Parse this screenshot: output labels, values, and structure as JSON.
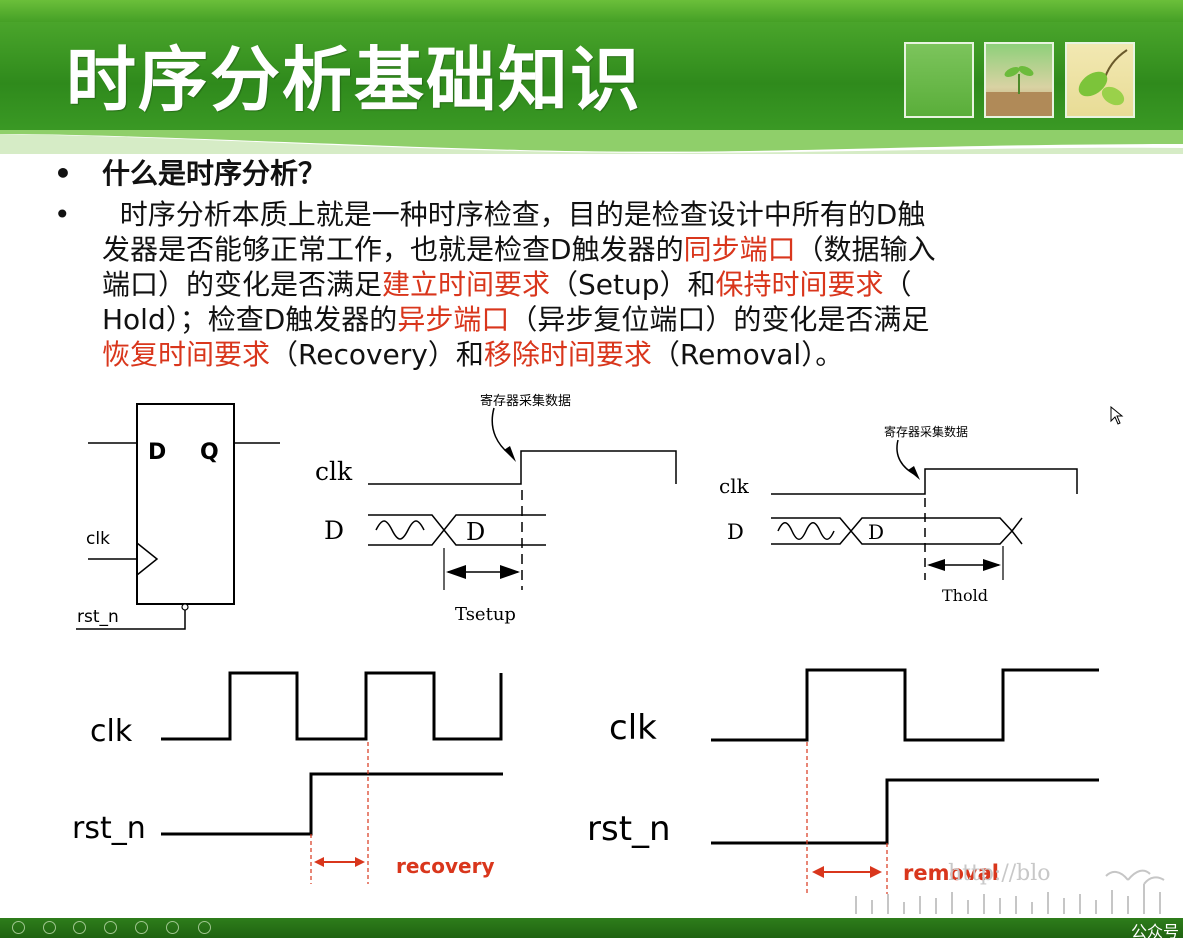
{
  "slide": {
    "title": "时序分析基础知识",
    "bullets": [
      {
        "text": "什么是时序分析？"
      }
    ],
    "paragraph": {
      "line1": "  时序分析本质上就是一种时序检查，目的是检查设计中所有的D触",
      "line2a": "发器是否能够正常工作，也就是检查D触发器的",
      "line2_red": "同步端口",
      "line2b": "（数据输入",
      "line3a": "端口）的变化是否满足",
      "line3_red1": "建立时间要求",
      "line3b": "（Setup）和",
      "line3_red2": "保持时间要求",
      "line3c": "（",
      "line4a": "Hold）；检查D触发器的",
      "line4_red": "异步端口",
      "line4b": "（异步复位端口）的变化是否满足",
      "line5_red1": "恢复时间要求",
      "line5a": "（Recovery）和",
      "line5_red2": "移除时间要求",
      "line5b": "（Removal）。"
    },
    "bullet_symbol": "•"
  },
  "flipflop": {
    "d": "D",
    "q": "Q",
    "clk": "clk",
    "rst": "rst_n"
  },
  "setup_diagram": {
    "caption": "寄存器采集数据",
    "clk": "clk",
    "d_signal": "D",
    "d_data": "D",
    "measure": "Tsetup"
  },
  "hold_diagram": {
    "caption": "寄存器采集数据",
    "clk": "clk",
    "d_signal": "D",
    "d_data": "D",
    "measure": "Thold"
  },
  "recovery_diagram": {
    "clk": "clk",
    "rst": "rst_n",
    "label": "recovery"
  },
  "removal_diagram": {
    "clk": "clk",
    "rst": "rst_n",
    "label": "removal"
  },
  "watermark": "http://blo",
  "corner": "公众号",
  "colors": {
    "header_green": "#2f8a1c",
    "accent_red": "#d9361c"
  }
}
